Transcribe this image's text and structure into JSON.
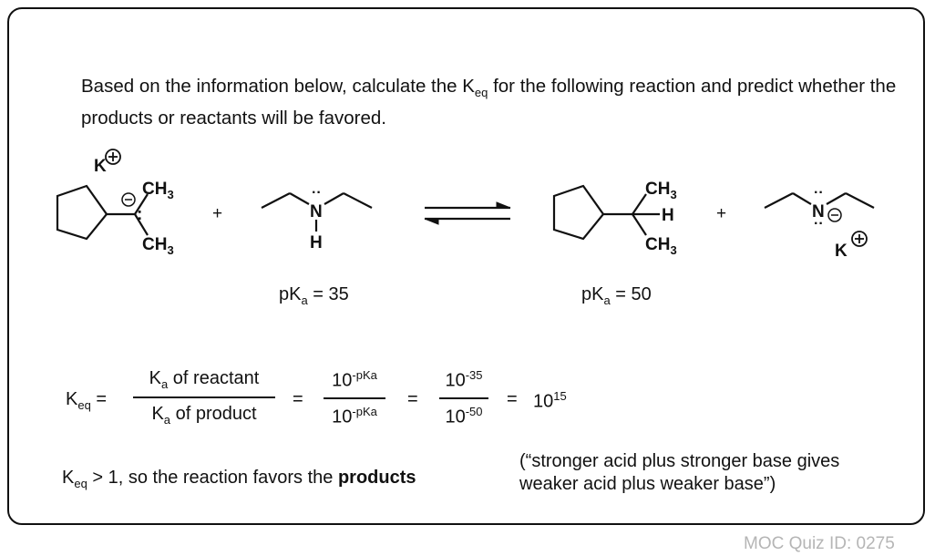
{
  "question": {
    "prefix": "Based on the information below, calculate the K",
    "sub": "eq",
    "suffix": " for the following reaction and predict whether the products or reactants will be favored."
  },
  "scheme": {
    "reactant1": {
      "counterion": "K",
      "top_group": "CH",
      "top_sub": "3",
      "bottom_group": "CH",
      "bottom_sub": "3",
      "lone_pair": ":"
    },
    "plus1": "+",
    "reactant2": {
      "n_label": "N",
      "h_label": "H"
    },
    "product1": {
      "top_group": "CH",
      "top_sub": "3",
      "h_label": "H",
      "bottom_group": "CH",
      "bottom_sub": "3"
    },
    "plus2": "+",
    "product2": {
      "n_label": "N",
      "counterion": "K"
    }
  },
  "pka_left": {
    "prefix": "pK",
    "sub": "a",
    "suffix": " = 35"
  },
  "pka_right": {
    "prefix": "pK",
    "sub": "a",
    "suffix": " = 50"
  },
  "equation": {
    "lhs_prefix": "K",
    "lhs_sub": "eq",
    "lhs_eq": " =",
    "frac1": {
      "num_prefix": "K",
      "num_sub": "a",
      "num_suffix": " of reactant",
      "den_prefix": "K",
      "den_sub": "a",
      "den_suffix": " of product"
    },
    "eq1": "=",
    "frac2": {
      "num_base": "10",
      "num_sup": "-pKa",
      "den_base": "10",
      "den_sup": "-pKa"
    },
    "eq2": "=",
    "frac3": {
      "num_base": "10",
      "num_sup": "-35",
      "den_base": "10",
      "den_sup": "-50"
    },
    "eq3": "=",
    "result_base": "10",
    "result_sup": "15"
  },
  "conclusion": {
    "prefix": "K",
    "sub": "eq",
    "middle": " > 1, so the reaction favors the ",
    "bold": "products"
  },
  "quote": "(“stronger acid plus stronger base gives weaker acid plus weaker base”)",
  "footer": "MOC Quiz ID: 0275"
}
